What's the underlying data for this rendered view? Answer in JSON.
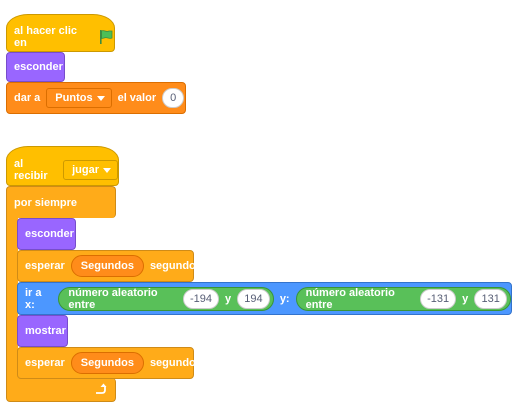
{
  "script1": {
    "hat_label": "al hacer clic en",
    "flag_icon": "green-flag-icon",
    "hide_label": "esconder",
    "set_var": {
      "prefix": "dar a",
      "variable": "Puntos",
      "mid": "el valor",
      "value": "0"
    }
  },
  "script2": {
    "hat_label": "al recibir",
    "message": "jugar",
    "forever_label": "por siempre",
    "hide_label": "esconder",
    "wait1": {
      "prefix": "esperar",
      "reporter": "Segundos",
      "suffix": "segundos"
    },
    "goto": {
      "prefix": "ir a x:",
      "random_x": {
        "label": "número aleatorio entre",
        "from": "-194",
        "and": "y",
        "to": "194"
      },
      "y_label": "y:",
      "random_y": {
        "label": "número aleatorio entre",
        "from": "-131",
        "and": "y",
        "to": "131"
      }
    },
    "show_label": "mostrar",
    "wait2": {
      "prefix": "esperar",
      "reporter": "Segundos",
      "suffix": "segundos"
    },
    "loop_icon": "loop-arrow-icon"
  },
  "colors": {
    "events": "#FFBF00",
    "looks": "#9966FF",
    "variables": "#FF8C1A",
    "control": "#FFAB19",
    "motion": "#4C97FF",
    "operators": "#59C059"
  }
}
